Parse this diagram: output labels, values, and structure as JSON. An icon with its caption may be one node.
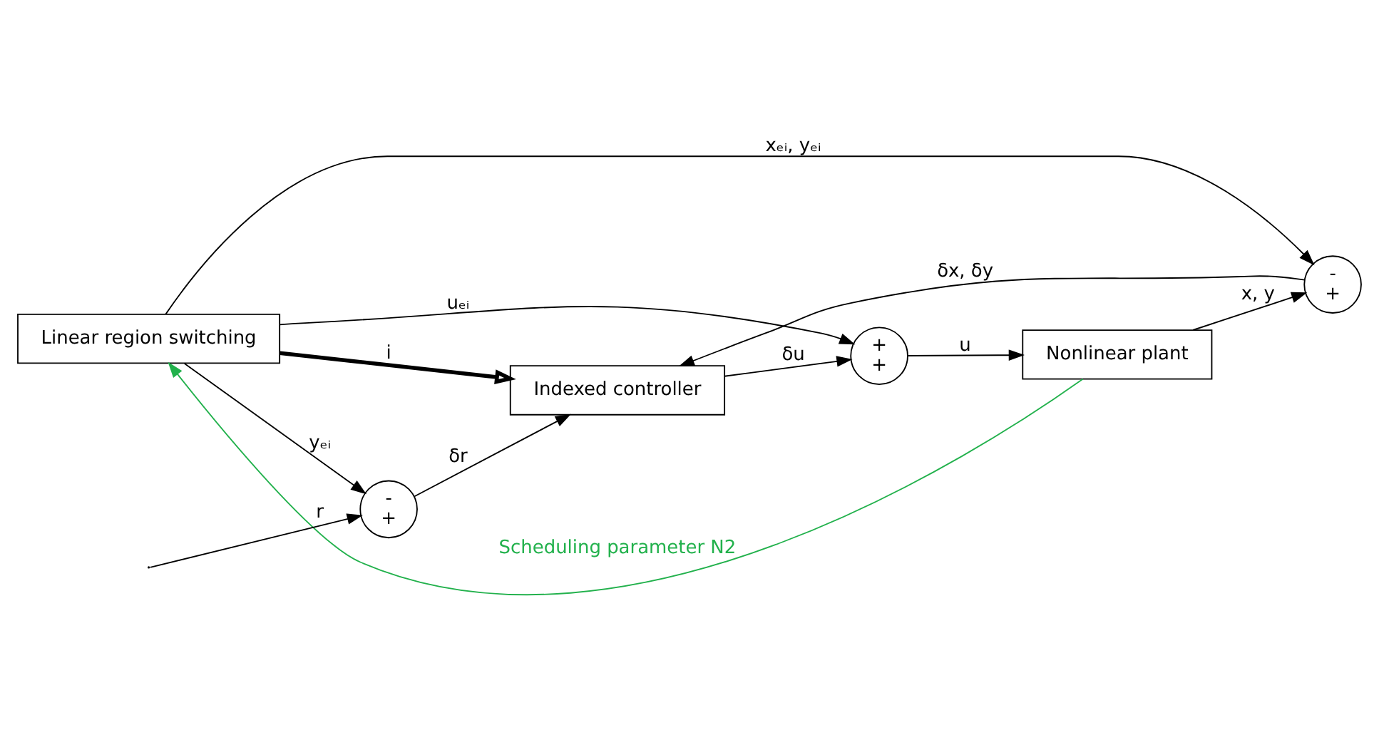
{
  "diagram": {
    "nodes": [
      {
        "text": [
          "Linear region switching"
        ]
      },
      {
        "text": [
          "-",
          "+"
        ]
      },
      {
        "text": [
          "Indexed controller"
        ]
      },
      {
        "text": [
          "+",
          "+"
        ]
      },
      {
        "text": [
          "Nonlinear plant"
        ]
      },
      {
        "text": [
          "-",
          "+"
        ]
      }
    ],
    "edges": [
      {
        "from": null,
        "to": 1,
        "arrow": "to",
        "label": "r"
      },
      {
        "from": 0,
        "to": 1,
        "arrow": "to",
        "label": "yₑᵢ"
      },
      {
        "from": 1,
        "to": 2,
        "arrow": "to",
        "label": "δr"
      },
      {
        "from": 0,
        "to": 2,
        "arrow": "to",
        "label": "i",
        "style": "thick"
      },
      {
        "from": 2,
        "to": 3,
        "arrow": "to",
        "label": "δu"
      },
      {
        "from": 0,
        "to": 3,
        "arrow": "to",
        "label": "uₑᵢ"
      },
      {
        "from": 3,
        "to": 4,
        "arrow": "to",
        "label": "u"
      },
      {
        "from": 4,
        "to": 5,
        "arrow": "to",
        "label": "x, y"
      },
      {
        "from": 0,
        "to": 5,
        "arrow": "to",
        "label": "xₑᵢ, yₑᵢ"
      },
      {
        "from": 4,
        "to": 0,
        "arrow": "to",
        "label": "Scheduling parameter N2",
        "color": "#22b14c"
      },
      {
        "from": 5,
        "to": 2,
        "arrow": "to",
        "label": "δx, δy"
      }
    ]
  }
}
